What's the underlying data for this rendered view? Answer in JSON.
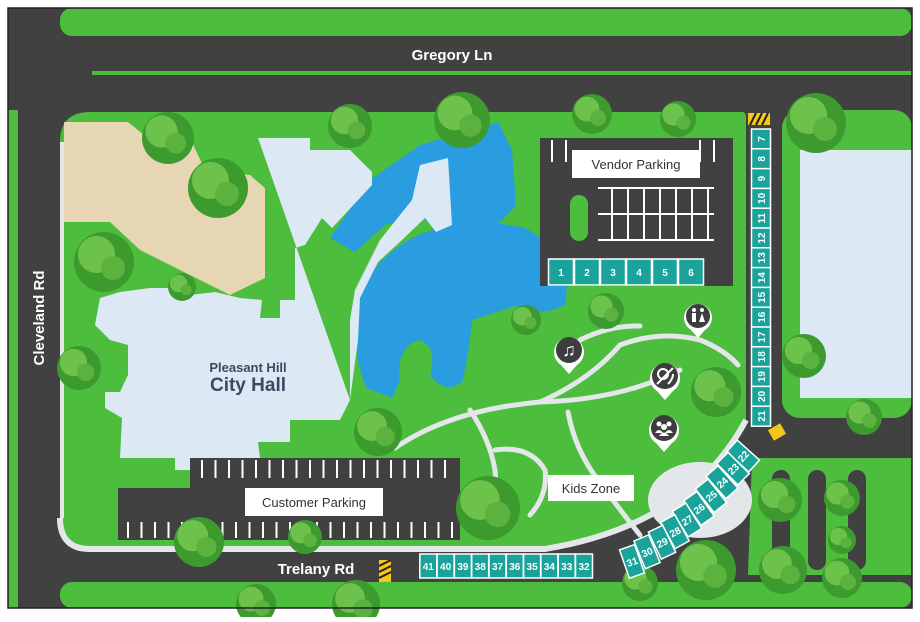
{
  "streets": {
    "north": "Gregory Ln",
    "west": "Cleveland Rd",
    "south": "Trelany Rd"
  },
  "building": {
    "line1": "Pleasant Hill",
    "line2": "City Hall"
  },
  "lots": {
    "vendor": "Vendor Parking",
    "customer": "Customer Parking"
  },
  "kids_zone": "Kids Zone",
  "vendor_stalls": [
    "1",
    "2",
    "3",
    "4",
    "5",
    "6"
  ],
  "east_stalls": [
    "7",
    "8",
    "9",
    "10",
    "11",
    "12",
    "13",
    "14",
    "15",
    "16",
    "17",
    "18",
    "19",
    "20",
    "21"
  ],
  "curve_stalls": [
    "22",
    "23",
    "24",
    "25",
    "26",
    "27",
    "28",
    "29",
    "30",
    "31"
  ],
  "south_stalls": [
    "32",
    "33",
    "34",
    "35",
    "36",
    "37",
    "38",
    "39",
    "40",
    "41"
  ],
  "icons": [
    "restroom-icon",
    "music-icon",
    "food-icon",
    "crowd-icon"
  ],
  "colors": {
    "grass": "#4cbd3c",
    "road": "#414142",
    "water": "#2a9de0",
    "building": "#dce9f5",
    "stall": "#1aa39a",
    "sand": "#e6d6b4"
  }
}
